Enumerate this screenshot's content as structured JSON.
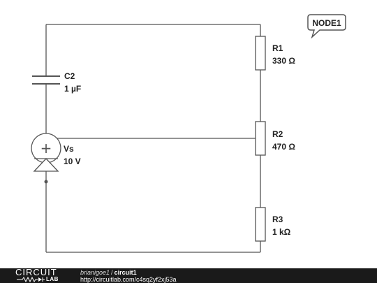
{
  "schematic": {
    "components": {
      "c2": {
        "name": "C2",
        "value": "1 µF"
      },
      "vs": {
        "name": "Vs",
        "value": "10 V"
      },
      "r1": {
        "name": "R1",
        "value": "330 Ω"
      },
      "r2": {
        "name": "R2",
        "value": "470 Ω"
      },
      "r3": {
        "name": "R3",
        "value": "1 kΩ"
      }
    },
    "node_label": "NODE1",
    "source_symbol": "+"
  },
  "footer": {
    "logo_top": "CIRCUIT",
    "logo_bottom": "LAB",
    "author": "brianigoe1",
    "separator": "/",
    "circuit_name": "circuit1",
    "url": "http://circuitlab.com/c4sq2yf2xj53a"
  },
  "colors": {
    "wire": "#555555",
    "text": "#222222",
    "footer_bg": "#1a1a1a"
  }
}
